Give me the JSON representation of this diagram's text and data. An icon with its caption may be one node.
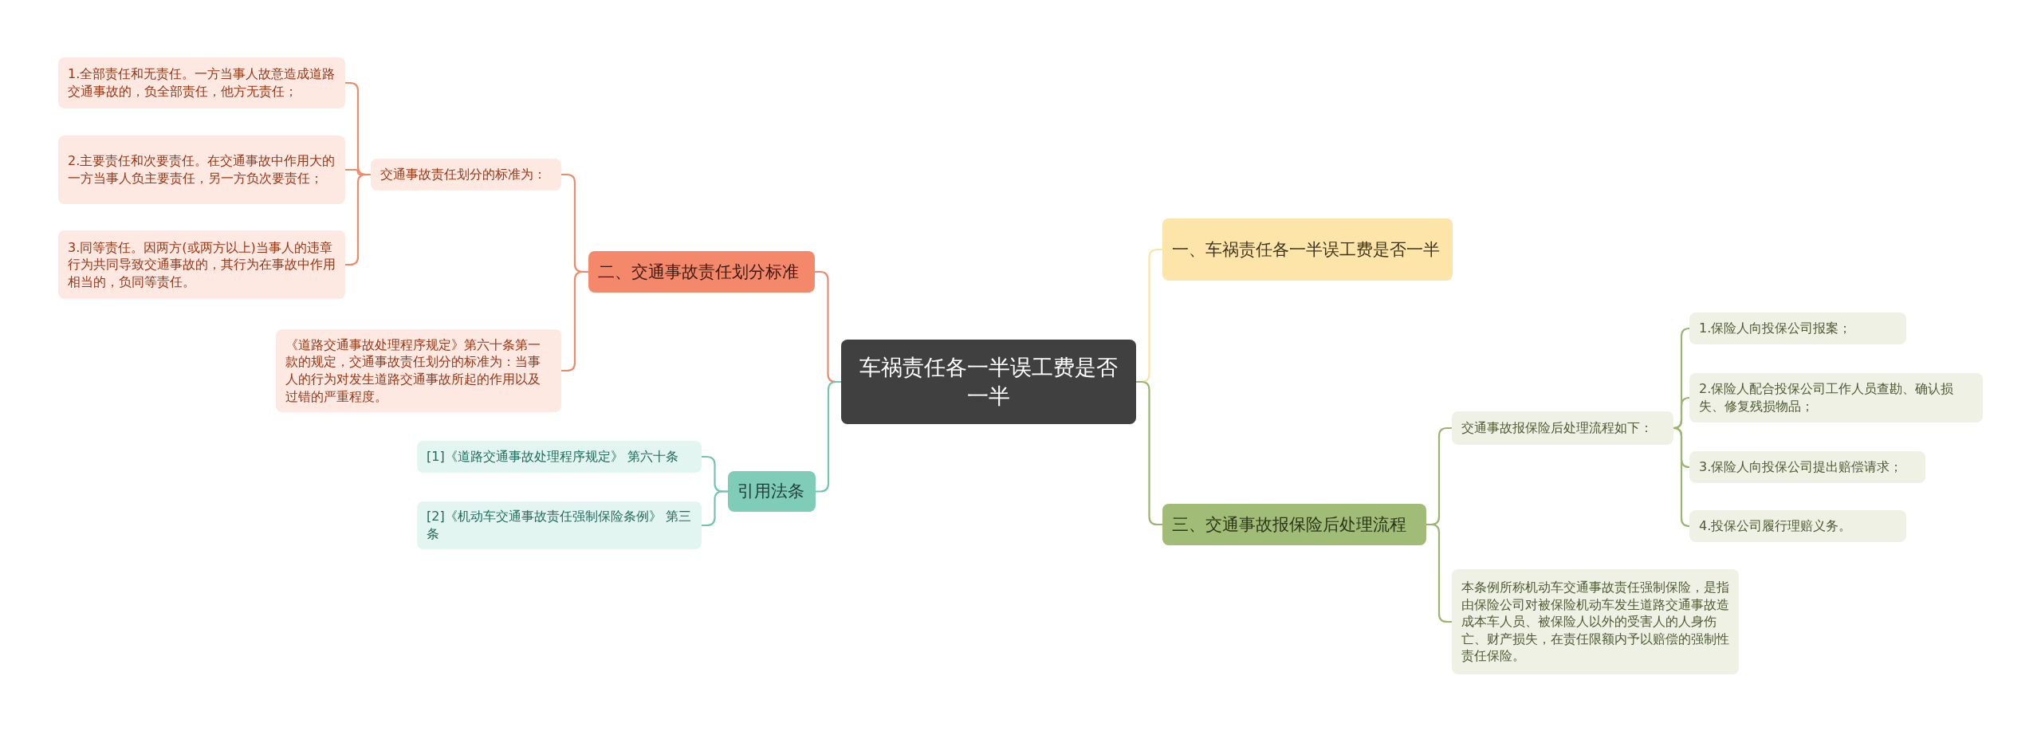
{
  "diagram": {
    "nodes": [
      {
        "text": [
          "车祸责任各一半误工费是否一半"
        ]
      },
      {
        "text": [
          "一、车祸责任各一半误工费是否一半"
        ]
      },
      {
        "text": [
          "二、交通事故责任划分标准"
        ]
      },
      {
        "text": [
          "交通事故责任划分的标准为："
        ]
      },
      {
        "text": [
          "1.全部责任和无责任。一方当事人故意造成道路交通事故的，负全部责任，他方无责任；"
        ]
      },
      {
        "text": [
          "2.主要责任和次要责任。在交通事故中作用大的一方当事人负主要责任，另一方负次要责任；"
        ]
      },
      {
        "text": [
          "3.同等责任。因两方(或两方以上)当事人的违章行为共同导致交通事故的，其行为在事故中作用相当的，负同等责任。"
        ]
      },
      {
        "text": [
          "《道路交通事故处理程序规定》第六十条第一款的规定，交通事故责任划分的标准为：当事人的行为对发生道路交通事故所起的作用以及过错的严重程度。"
        ]
      },
      {
        "text": [
          "引用法条"
        ]
      },
      {
        "text": [
          "[1]《道路交通事故处理程序规定》 第六十条"
        ]
      },
      {
        "text": [
          "[2]《机动车交通事故责任强制保险条例》 第三条"
        ]
      },
      {
        "text": [
          "三、交通事故报保险后处理流程"
        ]
      },
      {
        "text": [
          "交通事故报保险后处理流程如下："
        ]
      },
      {
        "text": [
          "1.保险人向投保公司报案；"
        ]
      },
      {
        "text": [
          "2.保险人配合投保公司工作人员查勘、确认损失、修复残损物品；"
        ]
      },
      {
        "text": [
          "3.保险人向投保公司提出赔偿请求；"
        ]
      },
      {
        "text": [
          "4.投保公司履行理赔义务。"
        ]
      },
      {
        "text": [
          "本条例所称机动车交通事故责任强制保险，是指由保险公司对被保险机动车发生道路交通事故造成本车人员、被保险人以外的受害人的人身伤亡、财产损失，在责任限额内予以赔偿的强制性责任保险。"
        ]
      }
    ],
    "edges": [
      {
        "from": 0,
        "to": 1,
        "arrow": "none",
        "color": "#fbe3a6"
      },
      {
        "from": 0,
        "to": 2,
        "arrow": "none",
        "color": "#ee8a6a"
      },
      {
        "from": 0,
        "to": 8,
        "arrow": "none",
        "color": "#72c6b0"
      },
      {
        "from": 0,
        "to": 11,
        "arrow": "none"
      },
      {
        "from": 2,
        "to": 3,
        "arrow": "none",
        "color": "#ee8a6a"
      },
      {
        "from": 2,
        "to": 7,
        "arrow": "none",
        "color": "#ee8a6a"
      },
      {
        "from": 3,
        "to": 4,
        "arrow": "none",
        "color": "#ee8a6a"
      },
      {
        "from": 3,
        "to": 5,
        "arrow": "none",
        "color": "#ee8a6a"
      },
      {
        "from": 3,
        "to": 6,
        "arrow": "none",
        "color": "#ee8a6a"
      },
      {
        "from": 8,
        "to": 9,
        "arrow": "none",
        "color": "#72c6b0"
      },
      {
        "from": 8,
        "to": 10,
        "arrow": "none",
        "color": "#72c6b0"
      },
      {
        "from": 11,
        "to": 12,
        "arrow": "none"
      },
      {
        "from": 11,
        "to": 17,
        "arrow": "none"
      },
      {
        "from": 12,
        "to": 13,
        "arrow": "none"
      },
      {
        "from": 12,
        "to": 14,
        "arrow": "none"
      },
      {
        "from": 12,
        "to": 15,
        "arrow": "none"
      },
      {
        "from": 12,
        "to": 16,
        "arrow": "none"
      }
    ]
  }
}
